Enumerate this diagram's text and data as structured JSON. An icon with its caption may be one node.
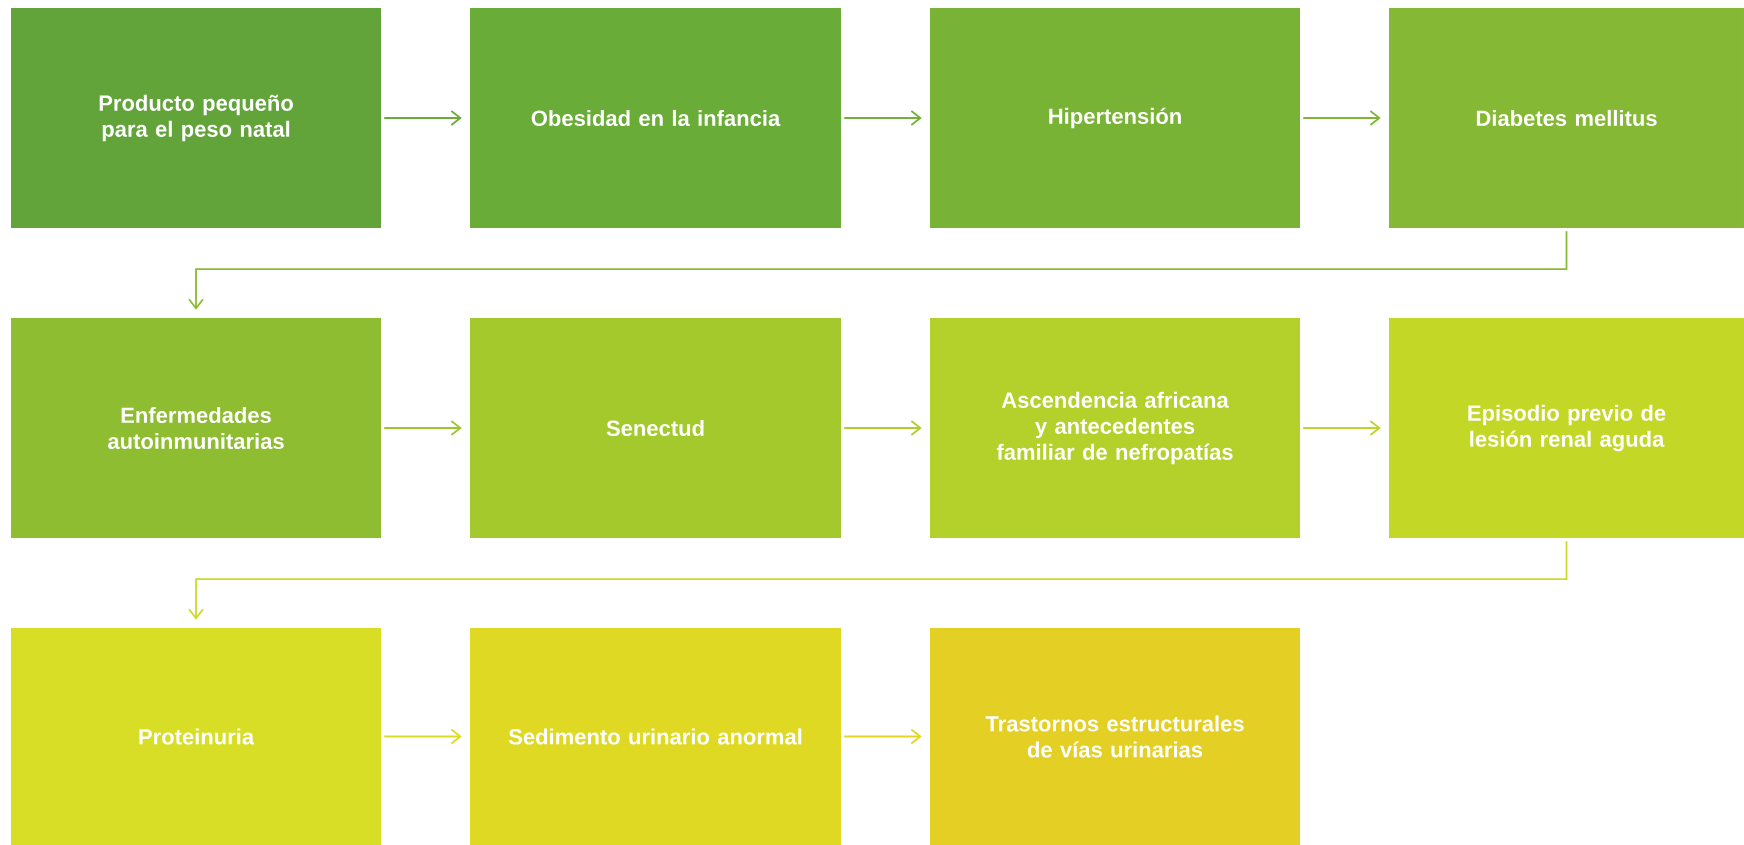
{
  "diagram": {
    "nodes": [
      {
        "text": [
          "Producto pequeño para el peso natal"
        ]
      },
      {
        "text": [
          "Obesidad en la infancia"
        ]
      },
      {
        "text": [
          "Hipertensión"
        ]
      },
      {
        "text": [
          "Diabetes mellitus"
        ]
      },
      {
        "text": [
          "Enfermedades autoinmunitarias"
        ]
      },
      {
        "text": [
          "Senectud"
        ]
      },
      {
        "text": [
          "Ascendencia africana y antecedentes familiar de nefropatías"
        ]
      },
      {
        "text": [
          "Episodio previo de lesión renal aguda"
        ]
      },
      {
        "text": [
          "Proteinuria"
        ]
      },
      {
        "text": [
          "Sedimento urinario anormal"
        ]
      },
      {
        "text": [
          "Trastornos estructurales de vías urinarias"
        ]
      }
    ],
    "edges": [
      {
        "from": 0,
        "to": 1,
        "arrow": "to",
        "color": "#6aab3a"
      },
      {
        "from": 1,
        "to": 2,
        "arrow": "to",
        "color": "#74b038"
      },
      {
        "from": 2,
        "to": 3,
        "arrow": "to",
        "color": "#7fb636"
      },
      {
        "from": 3,
        "to": 4,
        "arrow": "to",
        "color": "#8abb34"
      },
      {
        "from": 4,
        "to": 5,
        "arrow": "to",
        "color": "#9cc52f"
      },
      {
        "from": 5,
        "to": 6,
        "arrow": "to",
        "color": "#aecd2c"
      },
      {
        "from": 6,
        "to": 7,
        "arrow": "to",
        "color": "#bdd42a"
      },
      {
        "from": 7,
        "to": 8,
        "arrow": "to",
        "color": "#cbdb28"
      },
      {
        "from": 8,
        "to": 9,
        "arrow": "to",
        "color": "#dcdc25"
      },
      {
        "from": 9,
        "to": 10,
        "arrow": "to",
        "color": "#e2d524"
      }
    ]
  }
}
